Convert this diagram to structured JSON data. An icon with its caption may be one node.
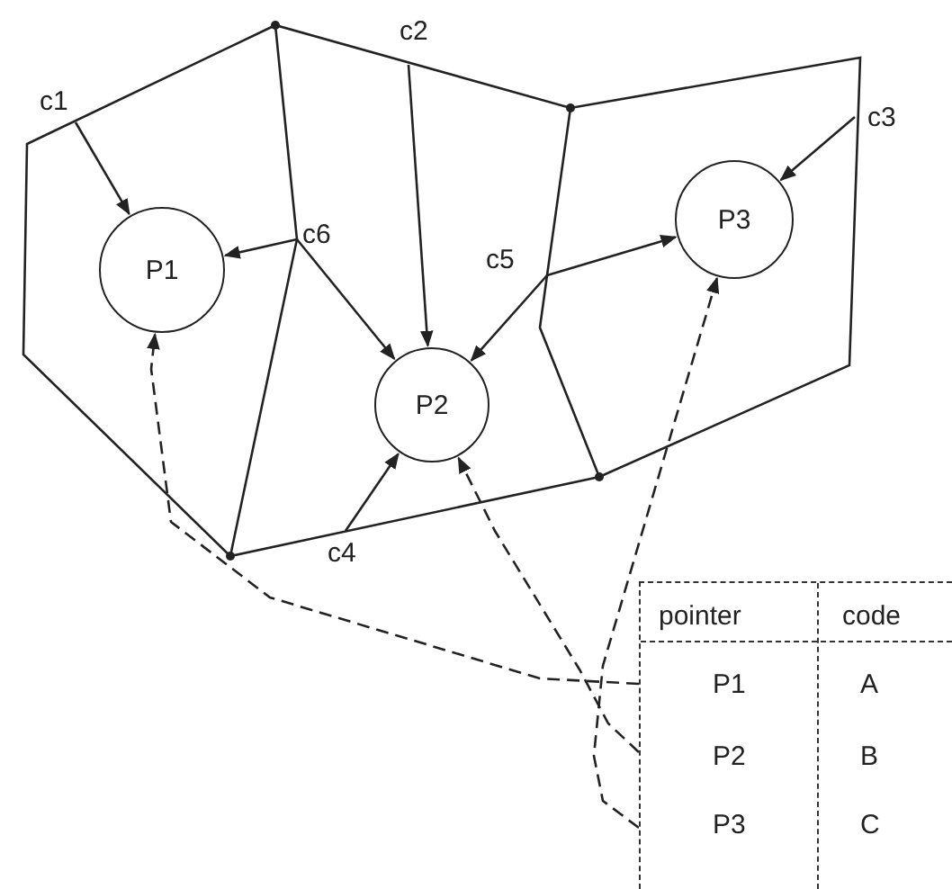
{
  "diagram": {
    "nodes": [
      {
        "text": [
          "c1"
        ]
      },
      {
        "text": [
          "c2"
        ]
      },
      {
        "text": [
          "c3"
        ]
      },
      {
        "text": [
          "c6"
        ]
      },
      {
        "text": [
          "P1"
        ]
      },
      {
        "text": [
          "c5"
        ]
      },
      {
        "text": [
          "P3"
        ]
      },
      {
        "text": [
          "P2"
        ]
      },
      {
        "text": [
          "c4"
        ]
      },
      {
        "text": [],
        "shape": "box"
      },
      {
        "text": [
          "P1"
        ],
        "in": 9
      },
      {
        "text": [
          "P2"
        ],
        "in": 9
      },
      {
        "text": [
          "P3"
        ],
        "in": 9
      }
    ],
    "edges": [
      {
        "from": 0,
        "to": 4,
        "arrow": "to"
      },
      {
        "from": 1,
        "to": 7,
        "arrow": "to"
      },
      {
        "from": 2,
        "to": 6,
        "arrow": "to"
      },
      {
        "from": 3,
        "to": 4,
        "arrow": "to"
      },
      {
        "from": 3,
        "to": 7,
        "arrow": "to"
      },
      {
        "from": 5,
        "to": 6,
        "arrow": "to"
      },
      {
        "from": 5,
        "to": 7,
        "arrow": "to"
      },
      {
        "from": 8,
        "to": 7,
        "arrow": "to"
      },
      {
        "from": 10,
        "to": 4,
        "arrow": "to",
        "style": "dashed"
      },
      {
        "from": 11,
        "to": 7,
        "arrow": "to",
        "style": "dashed"
      },
      {
        "from": 12,
        "to": 6,
        "arrow": "to",
        "style": "dashed"
      }
    ],
    "labels": [
      "pointer",
      "code",
      "A",
      "B",
      "C"
    ]
  }
}
